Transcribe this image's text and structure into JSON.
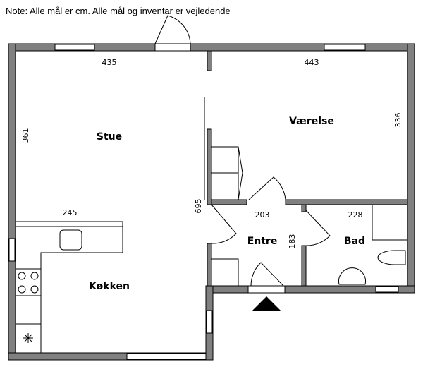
{
  "note": "Note: Alle mål er cm. Alle mål og inventar er vejledende",
  "rooms": {
    "stue": "Stue",
    "vaerelse": "Værelse",
    "koekken": "Køkken",
    "entre": "Entre",
    "bad": "Bad"
  },
  "dimensions": {
    "stue_width": "435",
    "vaerelse_width": "443",
    "stue_depth": "361",
    "vaerelse_depth": "336",
    "kitchen_counter": "245",
    "total_depth": "695",
    "entre_width": "203",
    "entre_depth": "183",
    "bad_width": "228"
  }
}
